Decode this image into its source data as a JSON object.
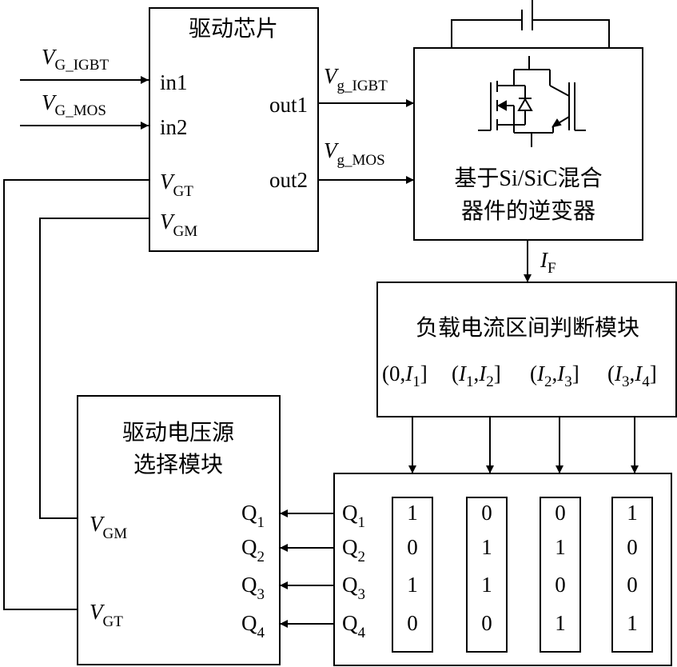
{
  "driver_chip": {
    "title": "驱动芯片",
    "in1": "in1",
    "in2": "in2",
    "out1": "out1",
    "out2": "out2",
    "vgt": {
      "main": "V",
      "sub": "GT"
    },
    "vgm": {
      "main": "V",
      "sub": "GM"
    }
  },
  "inputs": {
    "v_g_igbt": {
      "main": "V",
      "sub": "G_IGBT"
    },
    "v_g_mos": {
      "main": "V",
      "sub": "G_MOS"
    }
  },
  "outputs": {
    "vg_igbt": {
      "main": "V",
      "sub": "g_IGBT"
    },
    "vg_mos": {
      "main": "V",
      "sub": "g_MOS"
    }
  },
  "inverter": {
    "line1": "基于Si/SiC混合",
    "line2": "器件的逆变器"
  },
  "current": {
    "main": "I",
    "sub": "F"
  },
  "judge_module": {
    "title": "负载电流区间判断模块",
    "intervals": [
      {
        "o": "(0,",
        "a": "I",
        "as": "1",
        "c": "]"
      },
      {
        "o": "(",
        "a": "I",
        "as": "1",
        "m": ",",
        "b": "I",
        "bs": "2",
        "c": "]"
      },
      {
        "o": "(",
        "a": "I",
        "as": "2",
        "m": ",",
        "b": "I",
        "bs": "3",
        "c": "]"
      },
      {
        "o": "(",
        "a": "I",
        "as": "3",
        "m": ",",
        "b": "I",
        "bs": "4",
        "c": "]"
      }
    ]
  },
  "selector_module": {
    "line1": "驱动电压源",
    "line2": "选择模块",
    "vgm": {
      "main": "V",
      "sub": "GM"
    },
    "vgt": {
      "main": "V",
      "sub": "GT"
    },
    "q_labels": [
      {
        "main": "Q",
        "sub": "1"
      },
      {
        "main": "Q",
        "sub": "2"
      },
      {
        "main": "Q",
        "sub": "3"
      },
      {
        "main": "Q",
        "sub": "4"
      }
    ]
  },
  "code_table": {
    "q_labels": [
      {
        "main": "Q",
        "sub": "1"
      },
      {
        "main": "Q",
        "sub": "2"
      },
      {
        "main": "Q",
        "sub": "3"
      },
      {
        "main": "Q",
        "sub": "4"
      }
    ],
    "columns": [
      [
        "1",
        "0",
        "1",
        "0"
      ],
      [
        "0",
        "1",
        "1",
        "0"
      ],
      [
        "0",
        "1",
        "0",
        "1"
      ],
      [
        "1",
        "0",
        "0",
        "1"
      ]
    ]
  }
}
